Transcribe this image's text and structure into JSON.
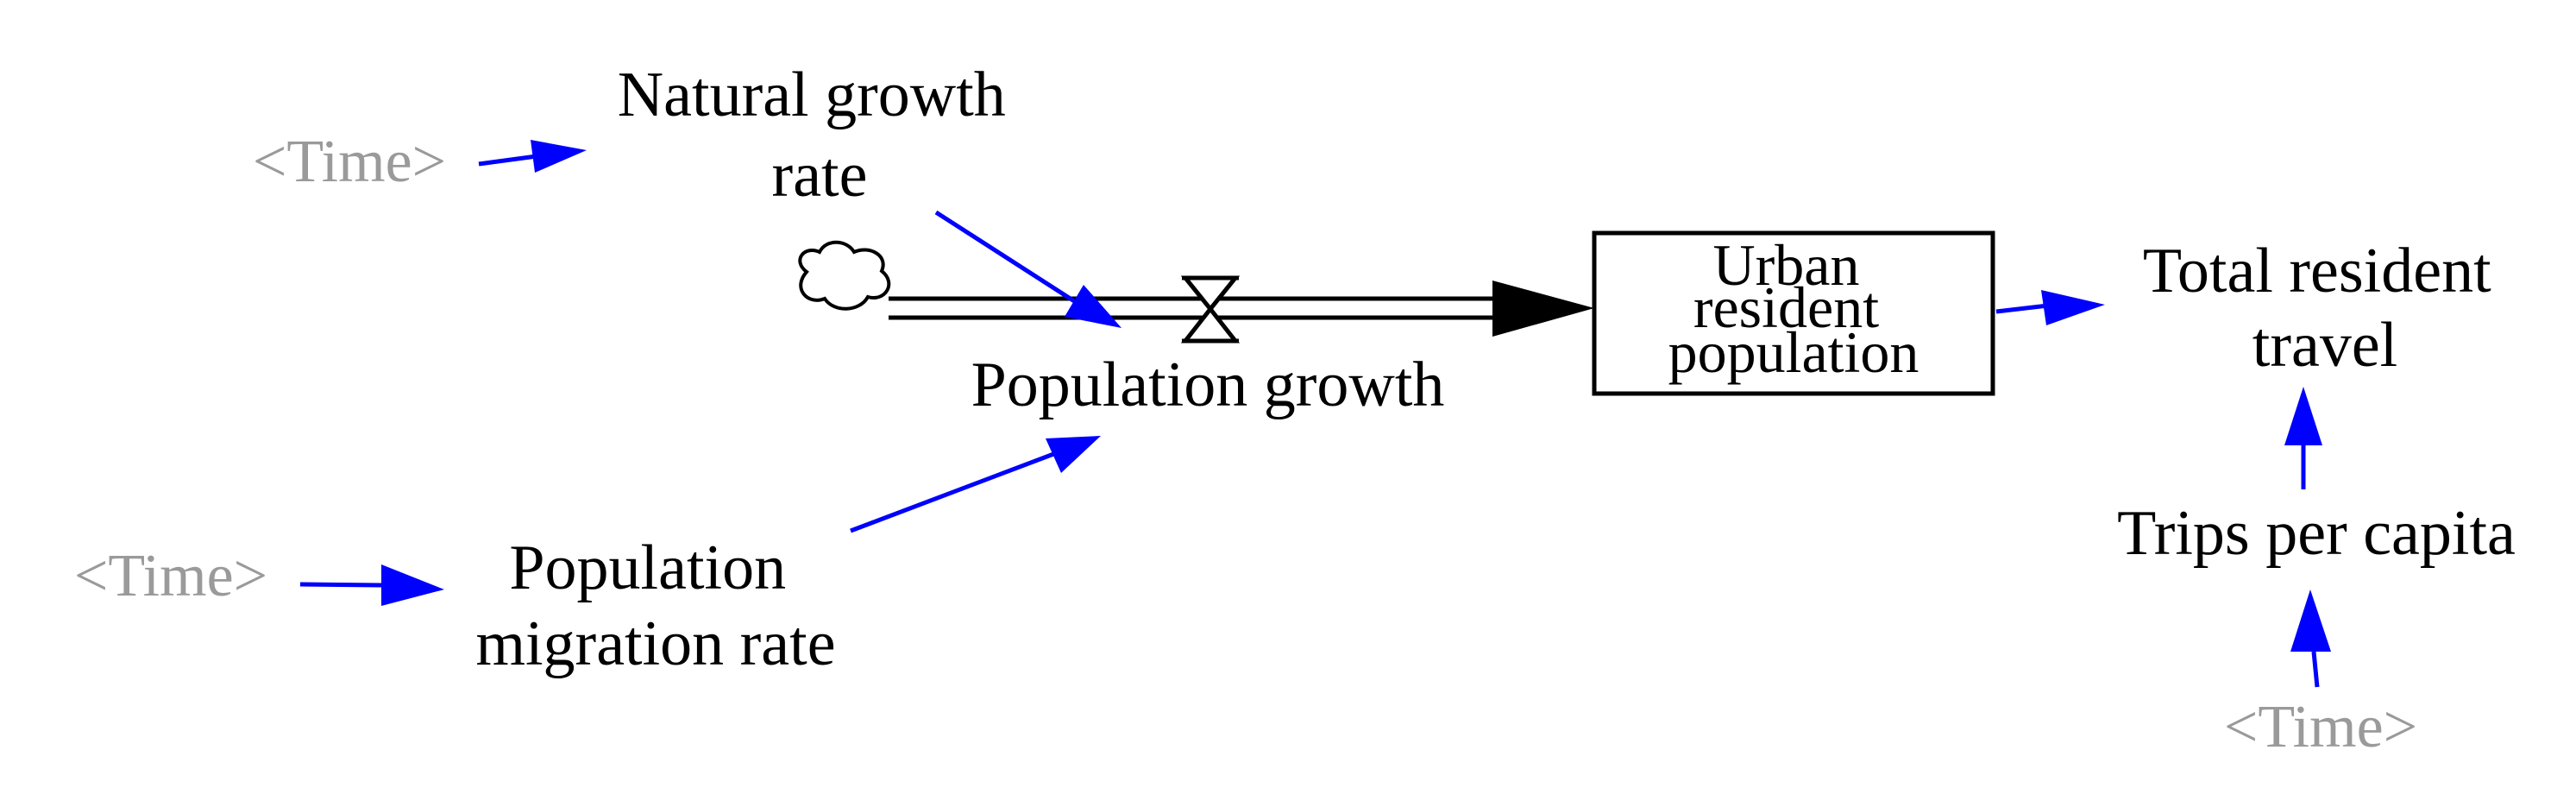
{
  "nodes": {
    "natural_growth_rate": [
      "Natural growth",
      "rate"
    ],
    "population_growth": "Population growth",
    "urban_resident_population": [
      "Urban",
      "resident",
      "population"
    ],
    "total_resident_travel": [
      "Total resident",
      "travel"
    ],
    "population_migration_rate": [
      "Population",
      "migration rate"
    ],
    "trips_per_capita": "Trips per capita"
  },
  "shadow_variables": {
    "time_1": "<Time>",
    "time_2": "<Time>",
    "time_3": "<Time>"
  },
  "colors": {
    "link": "#0000ff",
    "shadow_text": "#9a9a9a",
    "stock_border": "#000000",
    "text": "#000000"
  }
}
